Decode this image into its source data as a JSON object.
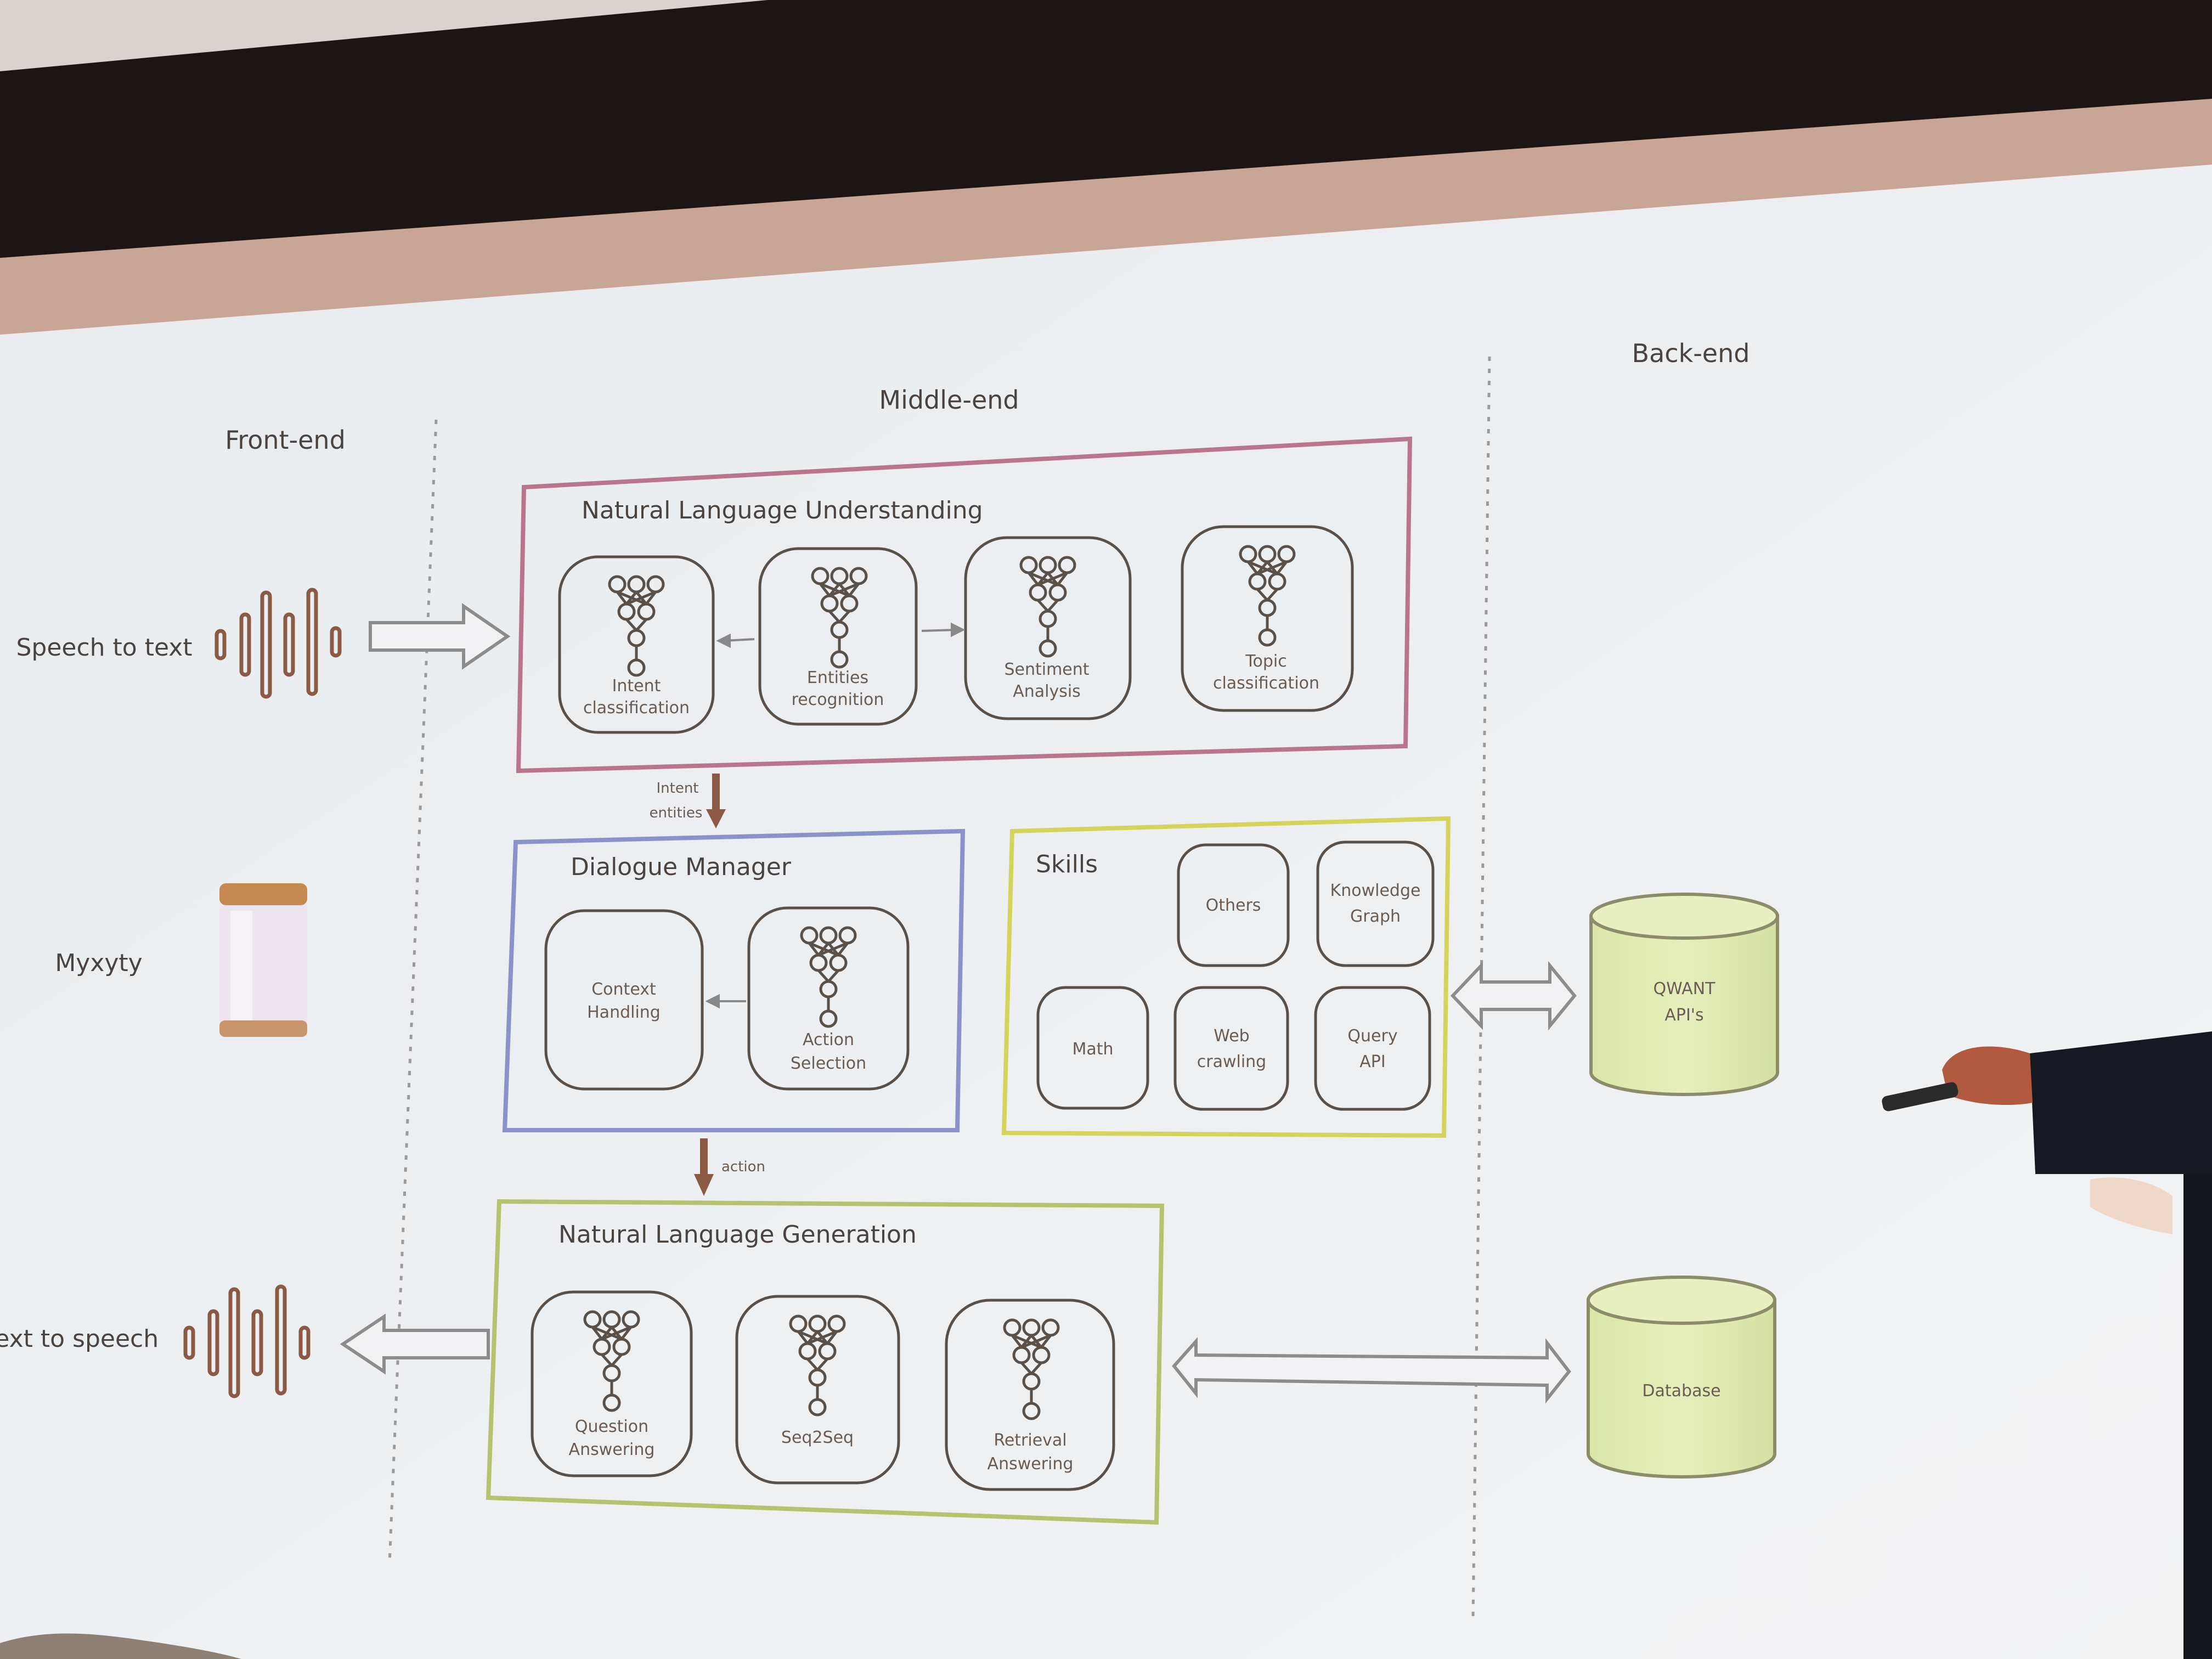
{
  "columns": {
    "front_end": "Front-end",
    "middle_end": "Middle-end",
    "back_end": "Back-end"
  },
  "front": {
    "speech_to_text": "Speech to text",
    "device": "Myxyty",
    "text_to_speech": "Text to speech"
  },
  "nlu": {
    "title": "Natural Language Understanding",
    "modules": [
      {
        "line1": "Intent",
        "line2": "classification"
      },
      {
        "line1": "Entities",
        "line2": "recognition"
      },
      {
        "line1": "Sentiment",
        "line2": "Analysis"
      },
      {
        "line1": "Topic",
        "line2": "classification"
      }
    ]
  },
  "flow": {
    "intent_line1": "Intent",
    "intent_line2": "entities",
    "action": "action"
  },
  "dialogue_manager": {
    "title": "Dialogue Manager",
    "context_line1": "Context",
    "context_line2": "Handling",
    "action_line1": "Action",
    "action_line2": "Selection"
  },
  "skills": {
    "title": "Skills",
    "others": "Others",
    "kg_line1": "Knowledge",
    "kg_line2": "Graph",
    "math": "Math",
    "web_line1": "Web",
    "web_line2": "crawling",
    "query_line1": "Query",
    "query_line2": "API"
  },
  "nlg": {
    "title": "Natural Language Generation",
    "modules": [
      {
        "line1": "Question",
        "line2": "Answering"
      },
      {
        "line1": "Seq2Seq",
        "line2": ""
      },
      {
        "line1": "Retrieval",
        "line2": "Answering"
      }
    ]
  },
  "backend": {
    "qwant_line1": "QWANT",
    "qwant_line2": "API's",
    "database": "Database"
  },
  "colors": {
    "nlu_border": "#b9758c",
    "dm_border": "#8b92c9",
    "skills_border": "#d5d45a",
    "nlg_border": "#b6c26f",
    "arrow_brown": "#8a5a44",
    "cylinder_fill": "#e2ecb4"
  }
}
